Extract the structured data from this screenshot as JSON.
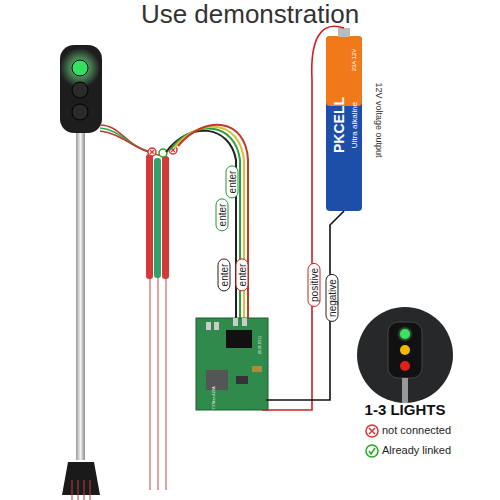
{
  "diagram": {
    "title": "Use demonstration",
    "labels": [
      "enter",
      "enter",
      "enter",
      "enter",
      "positive",
      "negative",
      "12V voltage output",
      "PKCELL",
      "Ultra alkaline",
      "23A 12V",
      "1-3 LIGHTS",
      "YXSter-420A",
      "2018.0311"
    ],
    "legend": [
      {
        "text": "not connected"
      },
      {
        "text": "Already linked"
      }
    ]
  }
}
